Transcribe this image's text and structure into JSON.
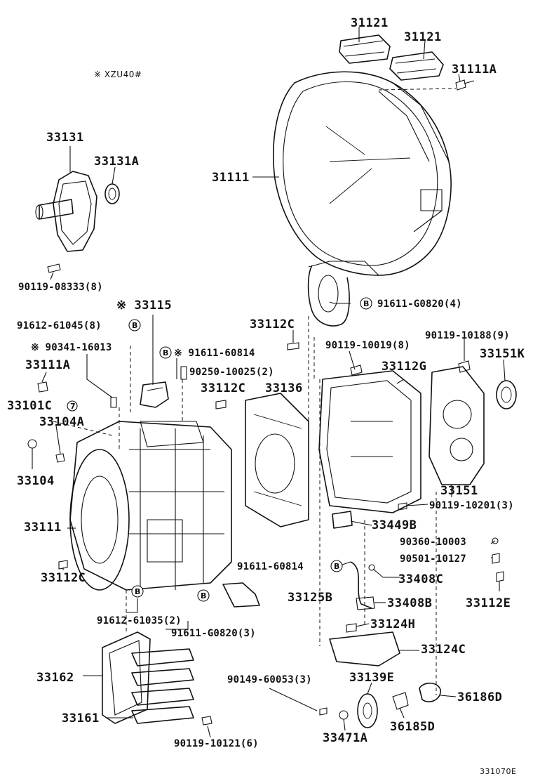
{
  "header_note": "※ XZU40#",
  "diagram_code": "331070E",
  "symbols": {
    "bolt_circle_letter": "B",
    "mark_circle_number": "7"
  },
  "labels": {
    "l31121a": "31121",
    "l31121b": "31121",
    "l31111A_top": "31111A",
    "l31111": "31111",
    "l33131": "33131",
    "l33131A": "33131A",
    "l90119_08333": "90119-08333(8)",
    "l33115": "※ 33115",
    "l91612_61045": "91612-61045(8)",
    "l90341_16013": "※ 90341-16013",
    "l91611_60814_top": "※ 91611-60814",
    "l90250_10025": "90250-10025(2)",
    "l33111A": "33111A",
    "l33101C": "33101C",
    "l33104A": "33104A",
    "l33104": "33104",
    "l33111": "33111",
    "l33112C_left": "33112C",
    "l33112C_top": "33112C",
    "l33112C_mid": "33112C",
    "l33136": "33136",
    "l91611_G0820_4": "91611-G0820(4)",
    "l90119_10019": "90119-10019(8)",
    "l90119_10188": "90119-10188(9)",
    "l33151K": "33151K",
    "l33112G": "33112G",
    "l33151": "33151",
    "l90119_10201": "90119-10201(3)",
    "l33449B": "33449B",
    "l90360_10003": "90360-10003",
    "l90501_10127": "90501-10127",
    "l91611_60814_mid": "91611-60814",
    "l33408C": "33408C",
    "l33125B": "33125B",
    "l33408B": "33408B",
    "l33112E": "33112E",
    "l91612_61035": "91612-61035(2)",
    "l91611_G0820_3": "91611-G0820(3)",
    "l33124H": "33124H",
    "l33124C": "33124C",
    "l33162": "33162",
    "l90149_60053": "90149-60053(3)",
    "l33139E": "33139E",
    "l36186D": "36186D",
    "l33161": "33161",
    "l36185D": "36185D",
    "l33471A": "33471A",
    "l90119_10121": "90119-10121(6)"
  }
}
